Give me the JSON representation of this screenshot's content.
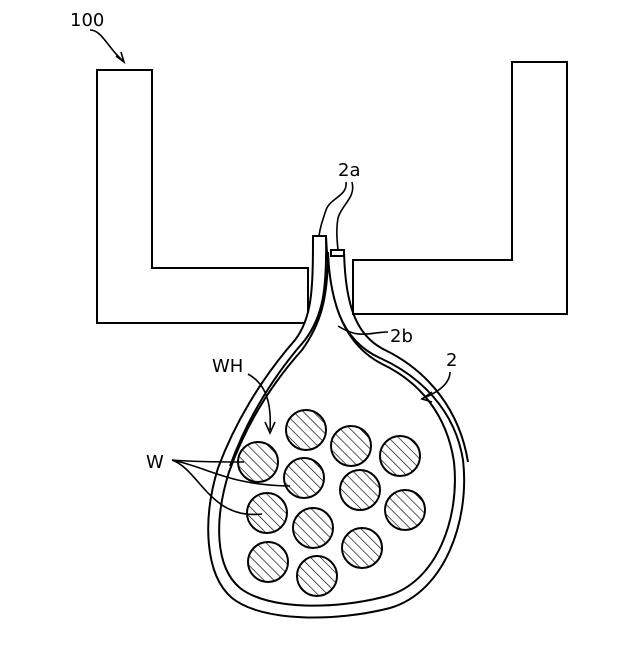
{
  "labels": {
    "frame": "100",
    "bag": "2",
    "opening": "2a",
    "inner_surface": "2b",
    "wire_harness": "WH",
    "wires": "W"
  },
  "colors": {
    "stroke": "#000000",
    "background": "#ffffff"
  }
}
